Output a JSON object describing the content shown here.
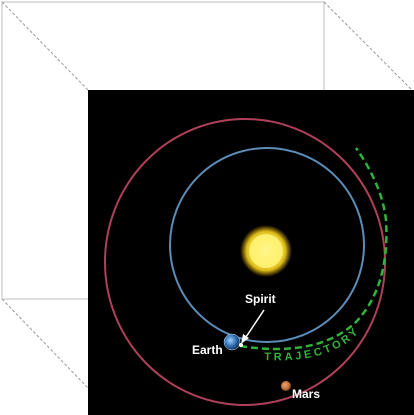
{
  "labels": {
    "spirit": "Spirit",
    "earth": "Earth",
    "mars": "Mars",
    "trajectory": "TRAJECTORY"
  },
  "colors": {
    "background": "#000000",
    "earth_orbit": "#5b8db8",
    "mars_orbit": "#b0405a",
    "trajectory": "#2fb33a",
    "sun": "#ffe84a",
    "earth": "#2f6fb3",
    "mars": "#c0703a"
  },
  "icons": {
    "sun": "sun-icon",
    "earth": "earth-planet-icon",
    "mars": "mars-planet-icon",
    "spirit": "spacecraft-icon"
  }
}
